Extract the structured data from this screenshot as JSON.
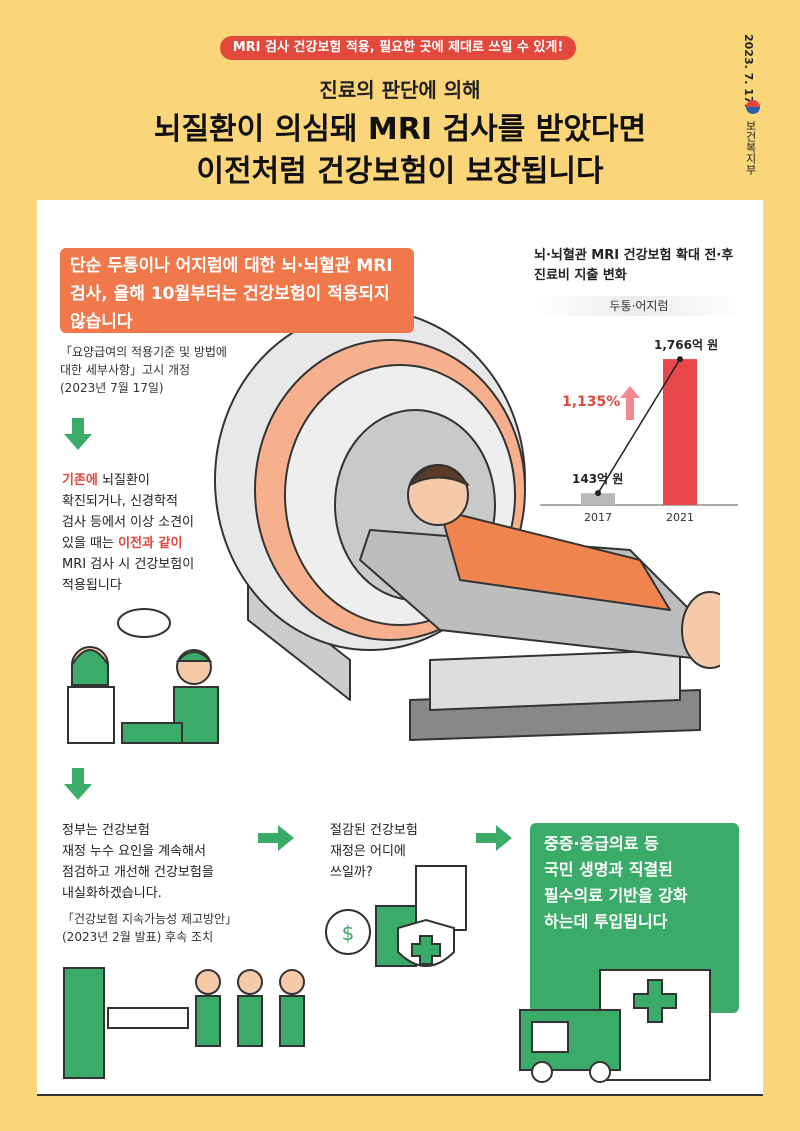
{
  "header": {
    "tag": "MRI 검사 건강보험 적용, 필요한 곳에 제대로 쓰일 수 있게!",
    "subtitle": "진료의 판단에 의해",
    "title_line1": "뇌질환이 의심돼 MRI 검사를 받았다면",
    "title_line2": "이전처럼 건강보험이 보장됩니다",
    "date": "2023. 7. 17.",
    "ministry": "보건복지부"
  },
  "notice": {
    "headline": "단순 두통이나 어지럼에 대한 뇌·뇌혈관 MRI 검사, 올해 10월부터는 건강보험이 적용되지 않습니다",
    "source_1": "「요양급여의 적용기준 및 방법에",
    "source_2": "대한 세부사항」고시 개정",
    "source_3": "(2023년 7월 17일)"
  },
  "existing": {
    "prefix": "기존에",
    "line1_rest": " 뇌질환이",
    "line2": "확진되거나, 신경학적",
    "line3": "검사 등에서  이상 소견이",
    "line4_a": "있을 때는 ",
    "line4_b": "이전과 같이",
    "line5": "MRI 검사 시 건강보험이",
    "line6": "적용됩니다"
  },
  "plan": {
    "line1": "정부는 건강보험",
    "line2": "재정 누수 요인을 계속해서",
    "line3": "점검하고 개선해 건강보험을",
    "line4": "내실화하겠습니다.",
    "source_1": "「건강보험 지속가능성 제고방안」",
    "source_2": "(2023년 2월 발표) 후속 조치"
  },
  "question": {
    "line1": "절감된 건강보험",
    "line2": "재정은 어디에",
    "line3": "쓰일까?"
  },
  "answer": {
    "line1": "중증·응급의료 등",
    "line2": "국민 생명과 직결된",
    "line3": "필수의료 기반을 강화",
    "line4": "하는데 투입됩니다"
  },
  "chart_data": {
    "type": "bar",
    "title": "뇌·뇌혈관 MRI 건강보험 확대 전·후 진료비 지출 변화",
    "subtitle": "두통·어지럼",
    "categories": [
      "2017",
      "2021"
    ],
    "values": [
      143,
      1766
    ],
    "value_labels": [
      "143억 원",
      "1,766억 원"
    ],
    "growth_label": "1,135%",
    "colors": [
      "#b9b9b9",
      "#e8474c"
    ],
    "ylim": [
      0,
      1900
    ]
  },
  "colors": {
    "background": "#fbd57a",
    "orange": "#f0784a",
    "red": "#e2483c",
    "green": "#3bab6a"
  }
}
